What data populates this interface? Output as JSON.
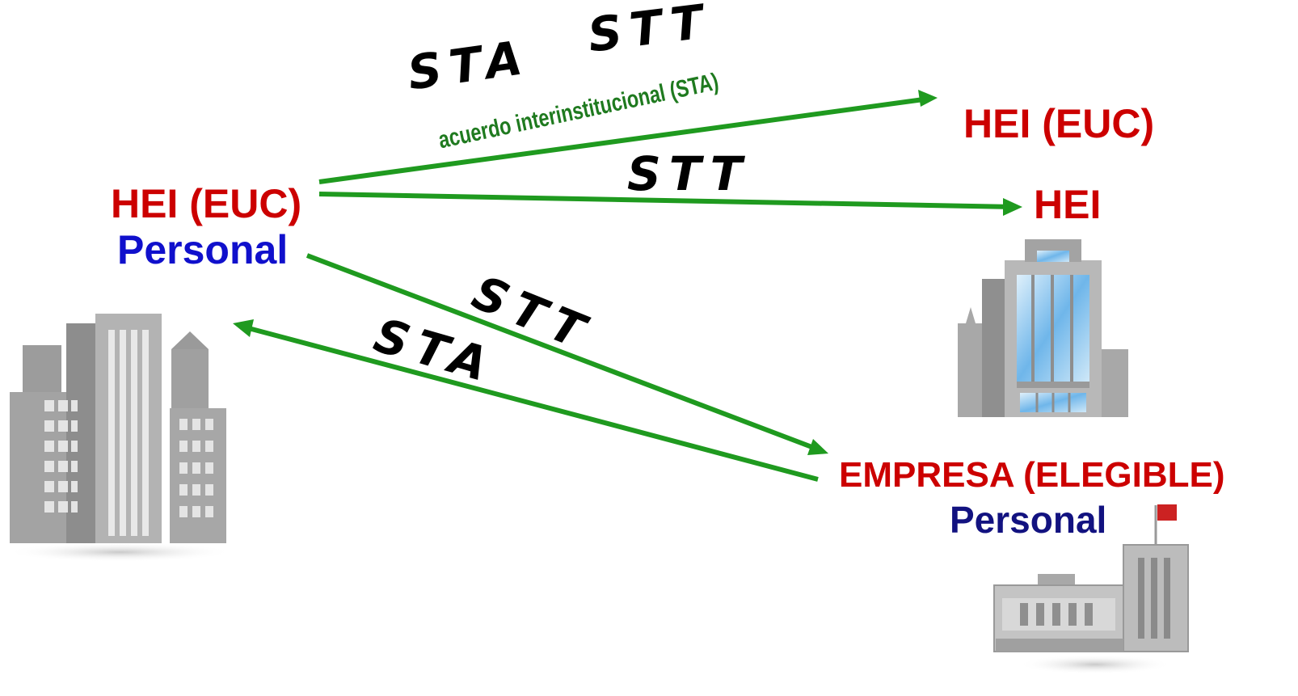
{
  "colors": {
    "arrow": "#1f9a1f",
    "node_label": "#cc0000",
    "personal_left": "#1010cc",
    "personal_right": "#121280",
    "flow_label": "#000000",
    "agreement_label": "#1f7a1f",
    "building_gray": "#8f8f8f",
    "glass_blue": "#5aa9e6"
  },
  "nodes": {
    "sending_hei": {
      "title": "HEI (EUC)",
      "subtitle": "Personal",
      "icon": "city-buildings-icon"
    },
    "receiving_hei_euc": {
      "title": "HEI (EUC)"
    },
    "receiving_hei": {
      "title": "HEI",
      "icon": "office-tower-icon"
    },
    "enterprise": {
      "title": "EMPRESA (ELEGIBLE)",
      "subtitle": "Personal",
      "icon": "factory-with-flag-icon"
    }
  },
  "flows": {
    "top_sta": "STA",
    "top_stt": "STT",
    "agreement": "acuerdo interinstitucional (STA)",
    "middle_stt": "STT",
    "lower_stt": "STT",
    "lower_sta": "STA"
  }
}
